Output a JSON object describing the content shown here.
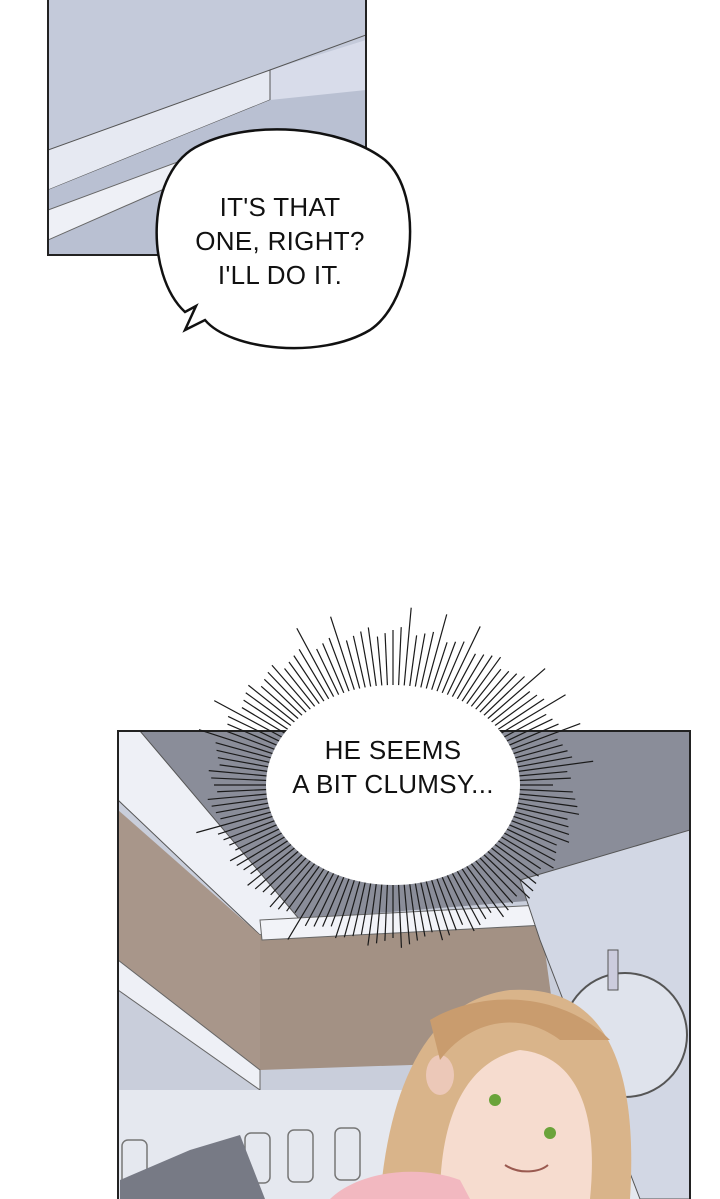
{
  "panels": [
    {
      "name": "panel-countertop",
      "bubble": {
        "type": "speech",
        "lines": [
          "IT'S THAT",
          "ONE, RIGHT?",
          "I'LL DO IT."
        ]
      }
    },
    {
      "name": "panel-kitchen-woman",
      "bubble": {
        "type": "thought-burst",
        "lines": [
          "HE SEEMS",
          "A BIT CLUMSY..."
        ]
      }
    }
  ],
  "colors": {
    "bg": "#ffffff",
    "ink": "#111111",
    "steel": "#c9d0e0",
    "wood": "#a8968a",
    "hair": "#d9b48a",
    "eyes": "#6aa33a"
  }
}
